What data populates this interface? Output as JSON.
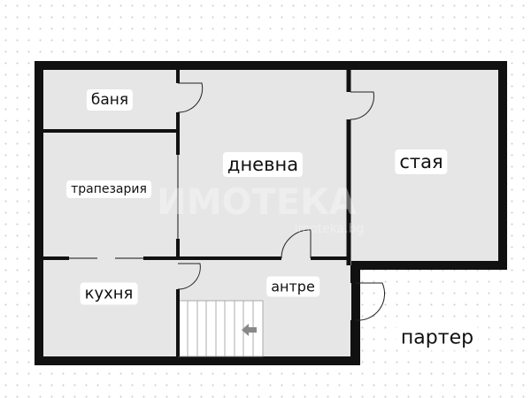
{
  "rooms": {
    "bathroom": "баня",
    "living": "дневна",
    "room": "стая",
    "dining": "трапезария",
    "kitchen": "кухня",
    "hall": "антре"
  },
  "floor_label": "партер",
  "watermark": {
    "logo": "ИМОТЕКА",
    "site": "imoteka.bg"
  },
  "colors": {
    "wall": "#111111",
    "room_fill": "#e6e6e6",
    "background": "#ffffff"
  }
}
